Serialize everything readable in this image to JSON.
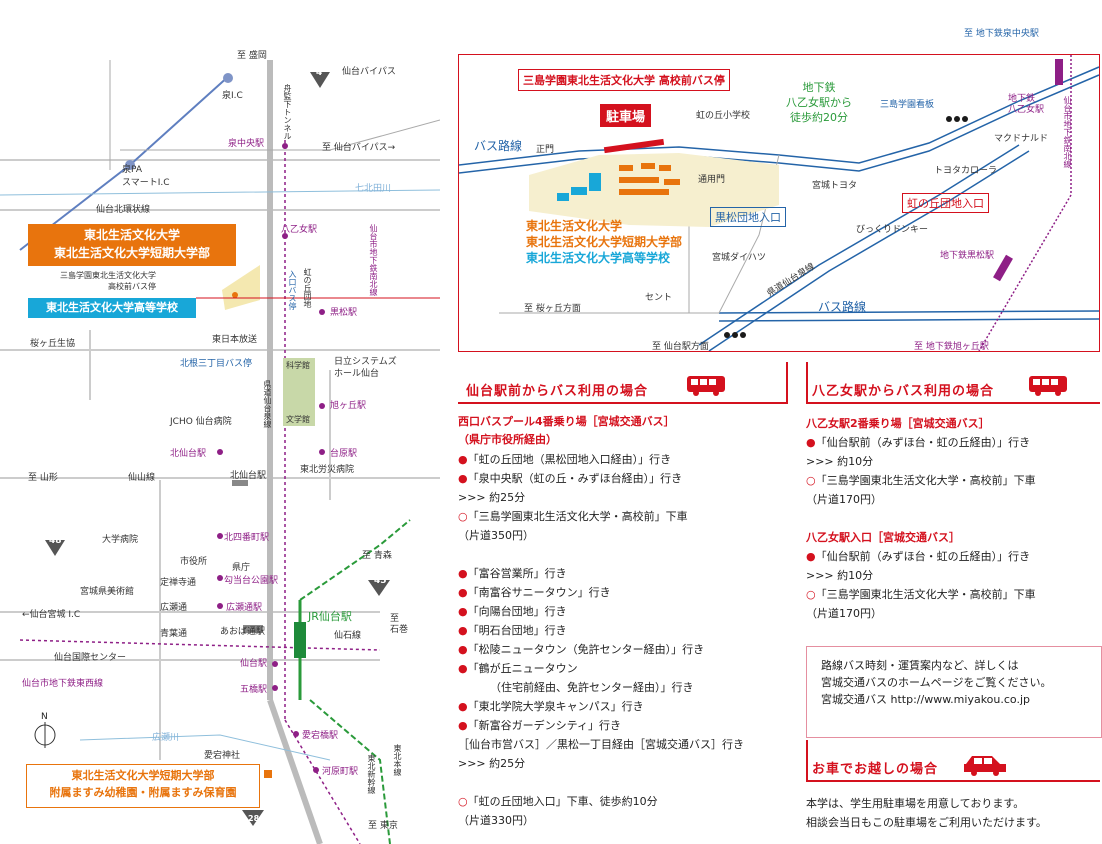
{
  "left_map": {
    "roads": {
      "to_morioka": "至 盛岡",
      "izumi_ic": "泉I.C",
      "route4": "4",
      "sendai_bypass": "仙台バイパス",
      "haganoshita_tunnel": "舟監下トンネル",
      "izumi_pa": "泉PA\nスマートI.C",
      "to_sendai_bypass": "至 仙台バイパス→",
      "nanakita_river": "七北田川",
      "sendai_hokkan": "仙台北環状線",
      "route48": "48",
      "route45": "45",
      "route286": "286",
      "to_yamagata": "至 山形",
      "senzan_line": "仙山線",
      "to_aomori": "至 青森",
      "to_ishinomaki": "至\n石巻",
      "senseki_line": "仙石線",
      "hirose_river": "広瀬川",
      "to_tokyo": "至 東京",
      "to_sendai_miyagi_ic": "←仙台宮城 I.C",
      "prefectural_road": "県道仙台泉線"
    },
    "stations": {
      "izumi_chuo": "泉中央駅",
      "yaotome": "八乙女駅",
      "kuromatsu": "黒松駅",
      "asahigaoka": "旭ヶ丘駅",
      "kita_sendai": "北仙台駅",
      "dainohara": "台原駅",
      "kita_yonbancho": "北四番町駅",
      "kotodai_koen": "勾当台公園駅",
      "hirose_dori": "広瀬通駅",
      "sendai": "仙台駅",
      "itsutsubashi": "五橋駅",
      "atagobashi": "愛宕橋駅",
      "kawaramachi": "河原町駅",
      "jr_sendai": "JR仙台駅",
      "subway_nanboku": "仙台市地下鉄南北線",
      "subway_tozai": "仙台市地下鉄東西線",
      "tohoku_honsen": "東北本線",
      "tohoku_shinkansen": "東北新幹線"
    },
    "places": {
      "university_main": "東北生活文化大学\n東北生活文化大学短期大学部",
      "high_school": "東北生活文化大学高等学校",
      "bus_stop_front": "三島学園東北生活文化大学\n高校前バス停",
      "kita_nemoto": "北根三丁目バス停",
      "yaotome_bus": "入口バス停",
      "nijigaoka": "虹の丘団地",
      "sakuragaoka": "桜ヶ丘生協",
      "higashi_nihon_tv": "東日本放送",
      "science_museum": "科学館",
      "literature_museum": "文学館",
      "hitachi_systems": "日立システムズ\nホール仙台",
      "jcho": "JCHO 仙台病院",
      "kita_sendai_dept": "北仙台駅",
      "tohoku_rosai": "東北労災病院",
      "daigaku_byoin": "大学病院",
      "shiyakusho": "市役所",
      "kencho": "県庁",
      "jozenji": "定禅寺通",
      "art_museum": "宮城県美術館",
      "hirose_st": "広瀬通",
      "aoba_st": "あおば通駅",
      "seiyo_st": "青葉通",
      "kokusai_center": "仙台国際センター",
      "atago_shrine": "愛宕神社",
      "kindergarten": "東北生活文化大学短期大学部\n附属ますみ幼稚園・附属ますみ保育園"
    }
  },
  "inset_map": {
    "bus_stop_title": "三島学園東北生活文化大学 高校前バス停",
    "parking": "駐車場",
    "subway_walk": "地下鉄\n八乙女駅から\n徒歩約20分",
    "to_izumi_chuo": "至 地下鉄泉中央駅",
    "bus_route": "バス路線",
    "main_gate": "正門",
    "tsuyo_gate": "通用門",
    "nijigaoka_school": "虹の丘小学校",
    "mishima_sign": "三島学園看板",
    "mcdonalds": "マクドナルド",
    "toyota_corolla": "トヨタカローラ",
    "miyagi_toyota": "宮城トヨタ",
    "nijigaoka_entrance": "虹の丘団地入口",
    "bikkuri_donkey": "びっくりドンキー",
    "kuromatsu_entrance": "黒松団地入口",
    "miyagi_daihatsu": "宮城ダイハツ",
    "prefectural_road": "県道仙台泉線",
    "subway_kuromatsu": "地下鉄黒松駅",
    "subway_yaotome": "地下鉄\n八乙女駅",
    "subway_nanboku": "仙台市地下鉄南北線",
    "seven": "セント",
    "to_sakuragaoka": "至 桜ヶ丘方面",
    "to_sendai_station": "至 仙台駅方面",
    "to_asahigaoka": "至 地下鉄旭ヶ丘駅",
    "school_names": [
      "東北生活文化大学",
      "東北生活文化大学短期大学部",
      "東北生活文化大学高等学校"
    ]
  },
  "section_sendai": {
    "title": "仙台駅前からバス利用の場合",
    "lines": [
      "西口バスプール4番乗り場［宮城交通バス］",
      "（県庁市役所経由）",
      "「虹の丘団地（黒松団地入口経由）」行き",
      "「泉中央駅（虹の丘・みずほ台経由）」行き",
      ">>>  約25分",
      "「三島学園東北生活文化大学・高校前」下車",
      "（片道350円）",
      "「富谷営業所」行き",
      "「南富谷サニータウン」行き",
      "「向陽台団地」行き",
      "「明石台団地」行き",
      "「松陵ニュータウン（免許センター経由）」行き",
      "「鶴が丘ニュータウン",
      "（住宅前経由、免許センター経由）」行き",
      "「東北学院大学泉キャンパス」行き",
      "「新富谷ガーデンシティ」行き",
      "［仙台市営バス］／黒松一丁目経由［宮城交通バス］行き",
      ">>>  約25分",
      "「虹の丘団地入口」下車、徒歩約10分",
      "（片道330円）"
    ]
  },
  "section_yaotome": {
    "title": "八乙女駅からバス利用の場合",
    "stop1": "八乙女駅2番乗り場［宮城交通バス］",
    "stop1_dest": "「仙台駅前（みずほ台・虹の丘経由）」行き",
    "stop1_time": ">>>  約10分",
    "stop1_get_off": "「三島学園東北生活文化大学・高校前」下車",
    "stop1_fare": "（片道170円）",
    "stop2": "八乙女駅入口［宮城交通バス］",
    "stop2_dest": "「仙台駅前（みずほ台・虹の丘経由）」行き",
    "stop2_time": ">>>  約10分",
    "stop2_get_off": "「三島学園東北生活文化大学・高校前」下車",
    "stop2_fare": "（片道170円）"
  },
  "info_box": {
    "line1": "路線バス時刻・運賃案内など、詳しくは",
    "line2": "宮城交通バスのホームページをご覧ください。",
    "line3": "宮城交通バス http://www.miyakou.co.jp"
  },
  "section_car": {
    "title": "お車でお越しの場合",
    "line1": "本学は、学生用駐車場を用意しております。",
    "line2": "相談会当日もこの駐車場をご利用いただけます。"
  },
  "compass": "N",
  "colors": {
    "red": "#d4111e",
    "orange": "#e8740d",
    "cyan": "#18a7d8",
    "subway": "#8e1f86",
    "road": "#4a6fb5"
  }
}
